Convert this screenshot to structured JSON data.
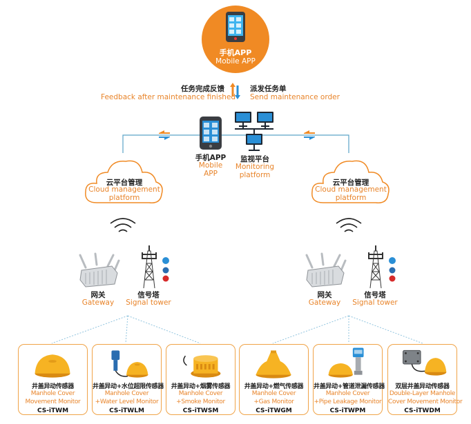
{
  "mobile_app_top": {
    "cn": "手机APP",
    "en": "Mobile APP"
  },
  "feedback": {
    "cn": "任务完成反馈",
    "en": "Feedback after maintenance finished"
  },
  "send": {
    "cn": "派发任务单",
    "en": "Send maintenance order"
  },
  "center_app": {
    "cn": "手机APP",
    "en1": "Mobile",
    "en2": "APP"
  },
  "monitor": {
    "cn": "监视平台",
    "en1": "Monitoring",
    "en2": "platform"
  },
  "cloud_left": {
    "cn": "云平台管理",
    "en1": "Cloud management",
    "en2": "platform"
  },
  "cloud_right": {
    "cn": "云平台管理",
    "en1": "Cloud management",
    "en2": "platform"
  },
  "gateway_left": {
    "cn": "网关",
    "en": "Gateway"
  },
  "tower_left": {
    "cn": "信号塔",
    "en": "Signal tower"
  },
  "gateway_right": {
    "cn": "网关",
    "en": "Gateway"
  },
  "tower_right": {
    "cn": "信号塔",
    "en": "Signal tower"
  },
  "products": [
    {
      "cn": "井盖异动传感器",
      "en1": "Manhole Cover",
      "en2": "Movement Monitor",
      "code": "CS-iTWM"
    },
    {
      "cn": "井盖异动+水位超限传感器",
      "en1": "Manhole Cover",
      "en2": "+Water Level Monitor",
      "code": "CS-iTWLM"
    },
    {
      "cn": "井盖异动+烟雾传感器",
      "en1": "Manhole Cover",
      "en2": "+Smoke Monitor",
      "code": "CS-iTWSM"
    },
    {
      "cn": "井盖异动+燃气传感器",
      "en1": "Manhole Cover",
      "en2": "+Gas Monitor",
      "code": "CS-iTWGM"
    },
    {
      "cn": "井盖异动+管道泄漏传感器",
      "en1": "Manhole Cover",
      "en2": "+Pipe Leakage Monitor",
      "code": "CS-iTWPM"
    },
    {
      "cn": "双层井盖异动传感器",
      "en1": "Double-Layer Manhole",
      "en2": "Cover Movement Monitor",
      "code": "CS-iTWDM"
    }
  ],
  "colors": {
    "orange": "#f08a24",
    "accent_text": "#e8842a",
    "card_border": "#f0a347",
    "line_blue": "#5aa3c8",
    "screen_blue": "#2a8fd6"
  }
}
